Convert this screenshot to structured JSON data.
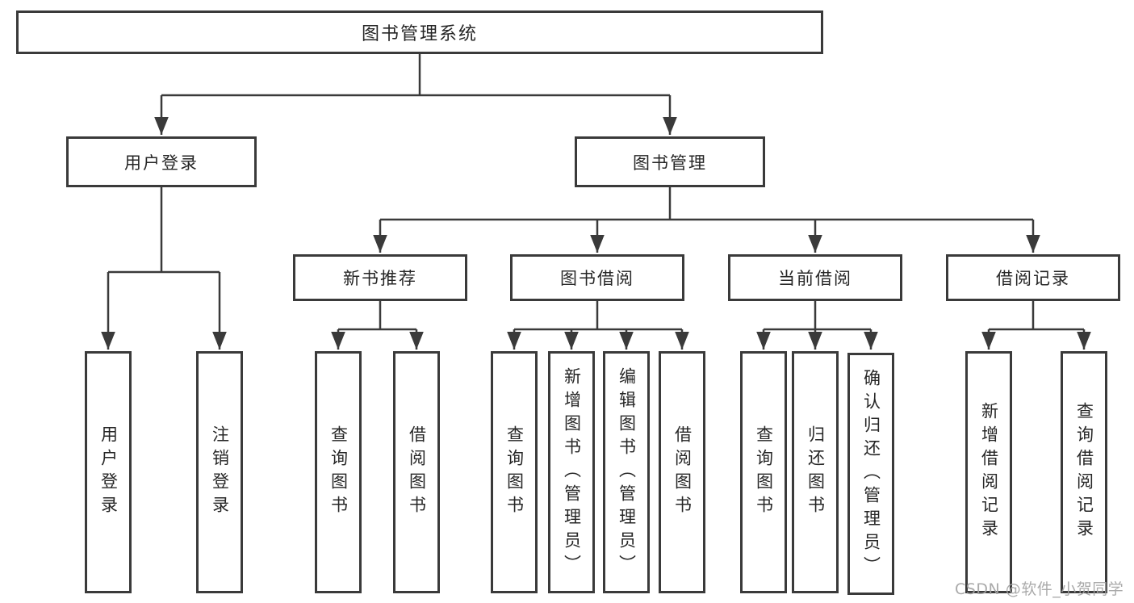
{
  "diagram": {
    "root": {
      "label": "图书管理系统",
      "children": [
        {
          "label": "用户登录",
          "children": [
            {
              "label": "用户登录"
            },
            {
              "label": "注销登录"
            }
          ]
        },
        {
          "label": "图书管理",
          "children": [
            {
              "label": "新书推荐",
              "children": [
                {
                  "label": "查询图书"
                },
                {
                  "label": "借阅图书"
                }
              ]
            },
            {
              "label": "图书借阅",
              "children": [
                {
                  "label": "查询图书"
                },
                {
                  "label": "新增图书（管理员）"
                },
                {
                  "label": "编辑图书（管理员）"
                },
                {
                  "label": "借阅图书"
                }
              ]
            },
            {
              "label": "当前借阅",
              "children": [
                {
                  "label": "查询图书"
                },
                {
                  "label": "归还图书"
                },
                {
                  "label": "确认归还（管理员）"
                }
              ]
            },
            {
              "label": "借阅记录",
              "children": [
                {
                  "label": "新增借阅记录"
                },
                {
                  "label": "查询借阅记录"
                }
              ]
            }
          ]
        }
      ]
    }
  },
  "watermark": {
    "text": "CSDN @软件_小贺同学"
  },
  "colors": {
    "line": "#3a3a3a",
    "box_border": "#3a3a3a",
    "text": "#262626",
    "watermark": "#a3a3a3",
    "background": "#ffffff"
  }
}
